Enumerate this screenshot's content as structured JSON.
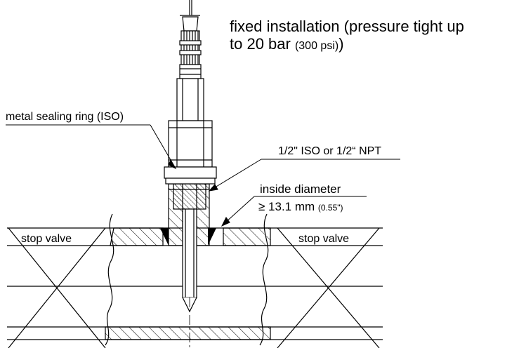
{
  "title": {
    "line1": "fixed installation (pressure tight up",
    "line2_main": "to 20 bar ",
    "line2_small": "(300 psi)",
    "line2_end": ")"
  },
  "labels": {
    "sealing_ring": "metal sealing ring (ISO)",
    "thread": "1/2\" ISO or 1/2“ NPT",
    "inside_diameter": "inside diameter",
    "diameter_value": "≥ 13.1 mm ",
    "diameter_small": "(0.55\")",
    "stop_valve_left": "stop valve",
    "stop_valve_right": "stop valve"
  }
}
